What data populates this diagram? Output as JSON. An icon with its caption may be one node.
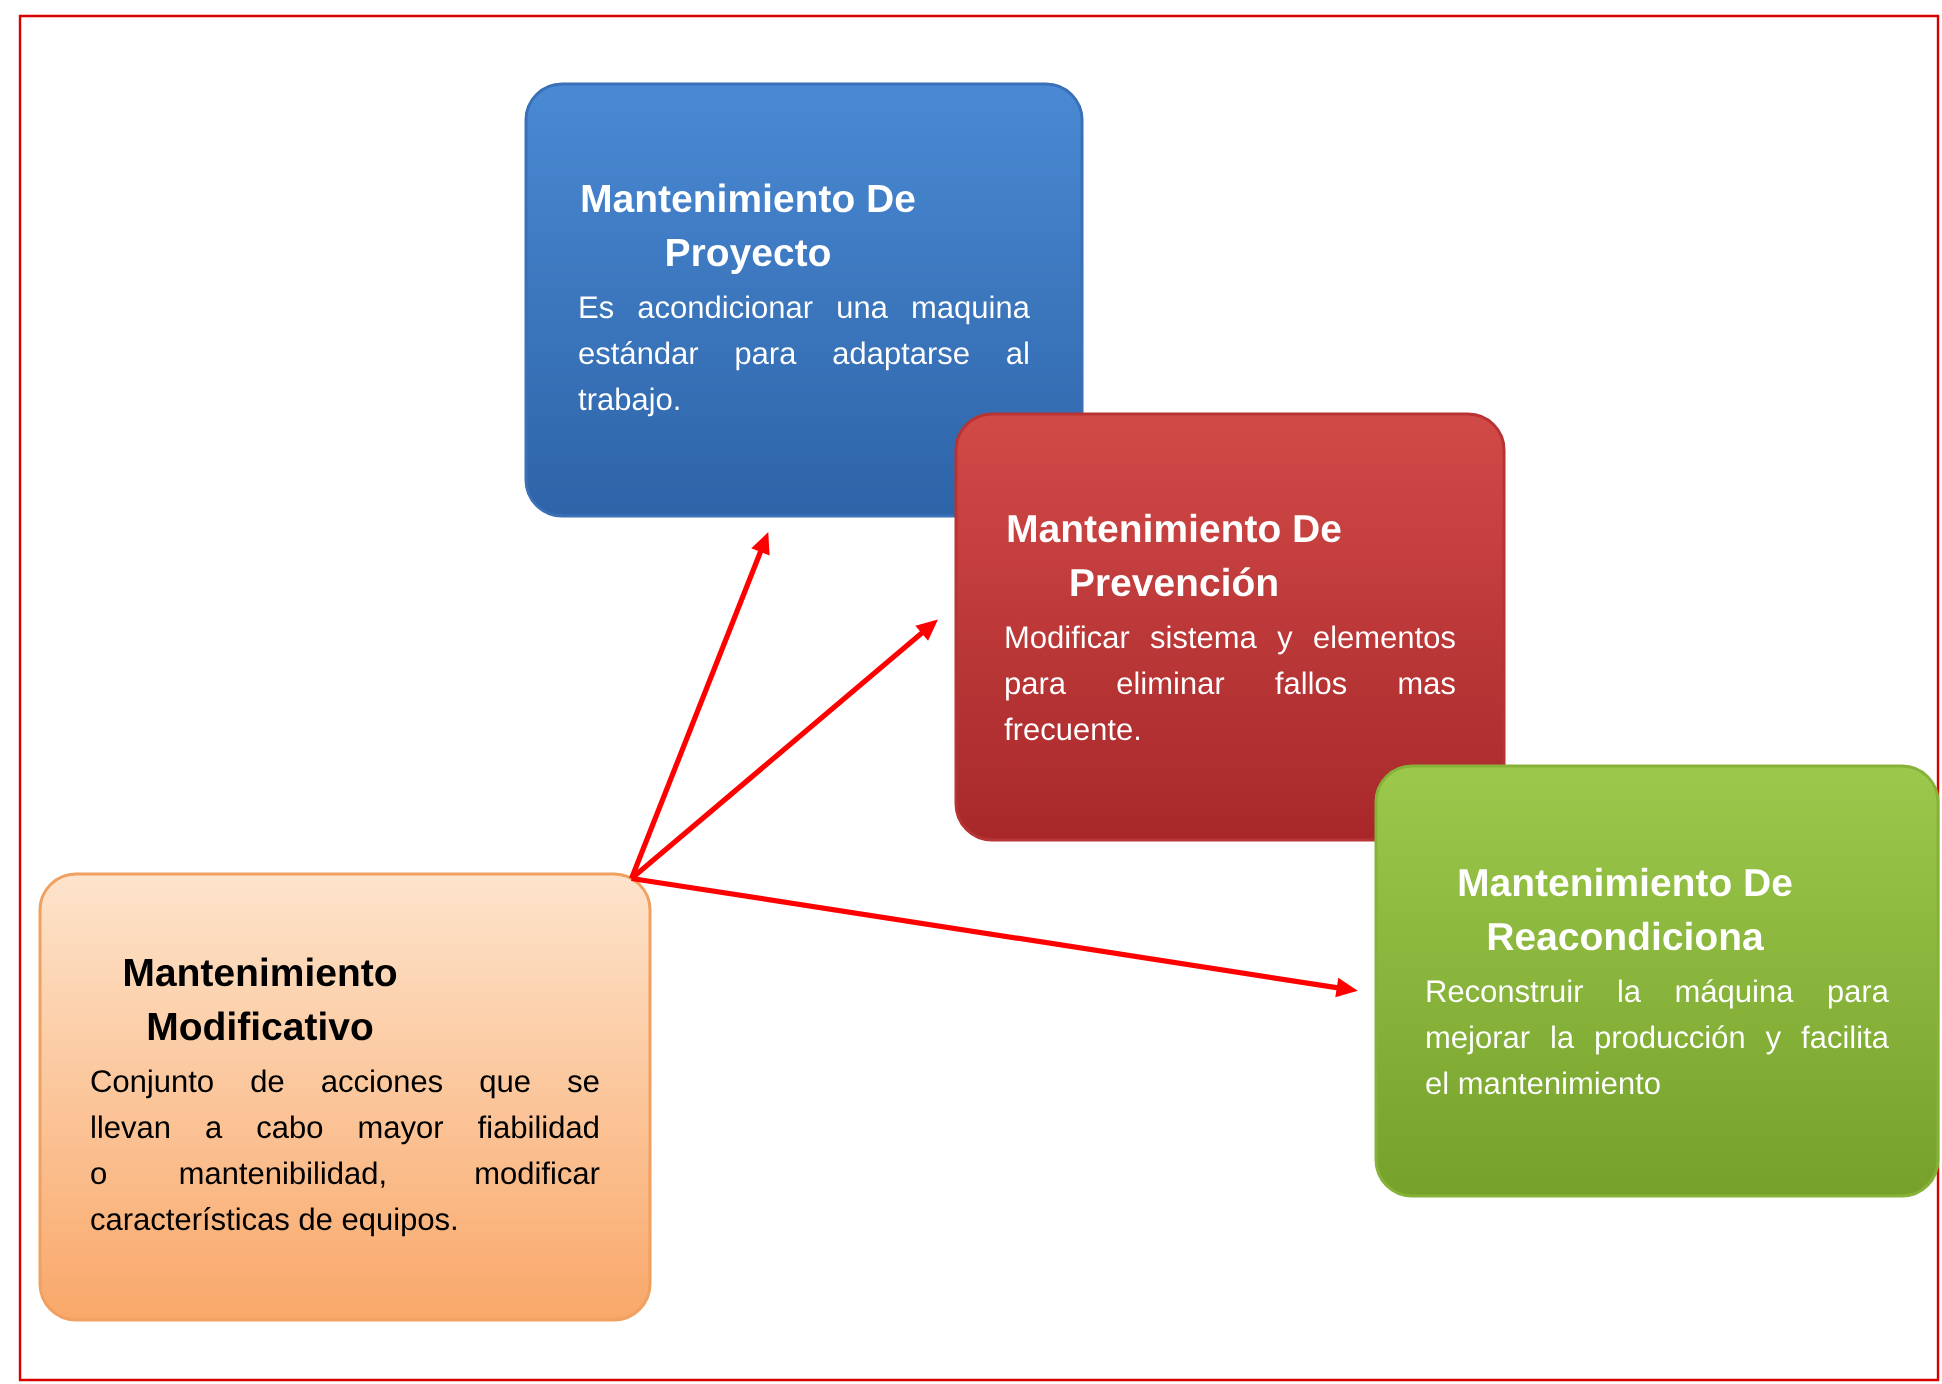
{
  "diagram": {
    "nodes": [
      {
        "text": [
          "Mantenimiento Modificativo",
          "Conjunto de acciones que se llevan a cabo mayor fiabilidad o mantenibilidad, modificar características de equipos."
        ]
      },
      {
        "text": [
          "Mantenimiento De Proyecto",
          "Es acondicionar una maquina estándar para adaptarse al trabajo."
        ]
      },
      {
        "text": [
          "Mantenimiento De Prevención",
          "Modificar sistema y elementos para eliminar fallos mas frecuente."
        ]
      },
      {
        "text": [
          "Mantenimiento De Reacondiciona",
          "Reconstruir la máquina para mejorar la producción y facilita el mantenimiento"
        ]
      }
    ],
    "edges": [
      {
        "from": 0,
        "to": 1,
        "arrow": "to"
      },
      {
        "from": 0,
        "to": 2,
        "arrow": "to"
      },
      {
        "from": 0,
        "to": 3,
        "arrow": "to"
      }
    ]
  }
}
